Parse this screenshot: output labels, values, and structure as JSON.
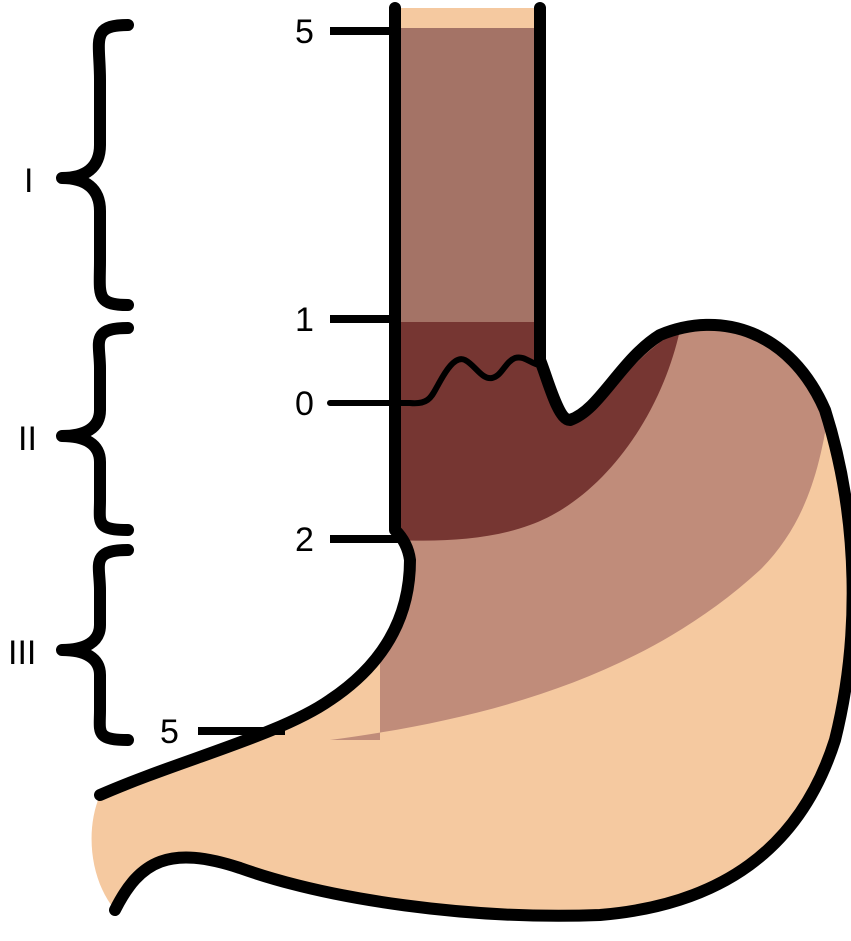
{
  "diagram": {
    "tick_labels": {
      "top_5": "5",
      "one": "1",
      "zero": "0",
      "two": "2",
      "bottom_5": "5"
    },
    "type_labels": {
      "type_1": "I",
      "type_2": "II",
      "type_3": "III"
    },
    "colors": {
      "outline": "#000000",
      "band_light": "#f5c9a0",
      "band_mid": "#c08c7a",
      "band_esophagus_upper": "#a47366",
      "band_dark": "#763632"
    }
  }
}
